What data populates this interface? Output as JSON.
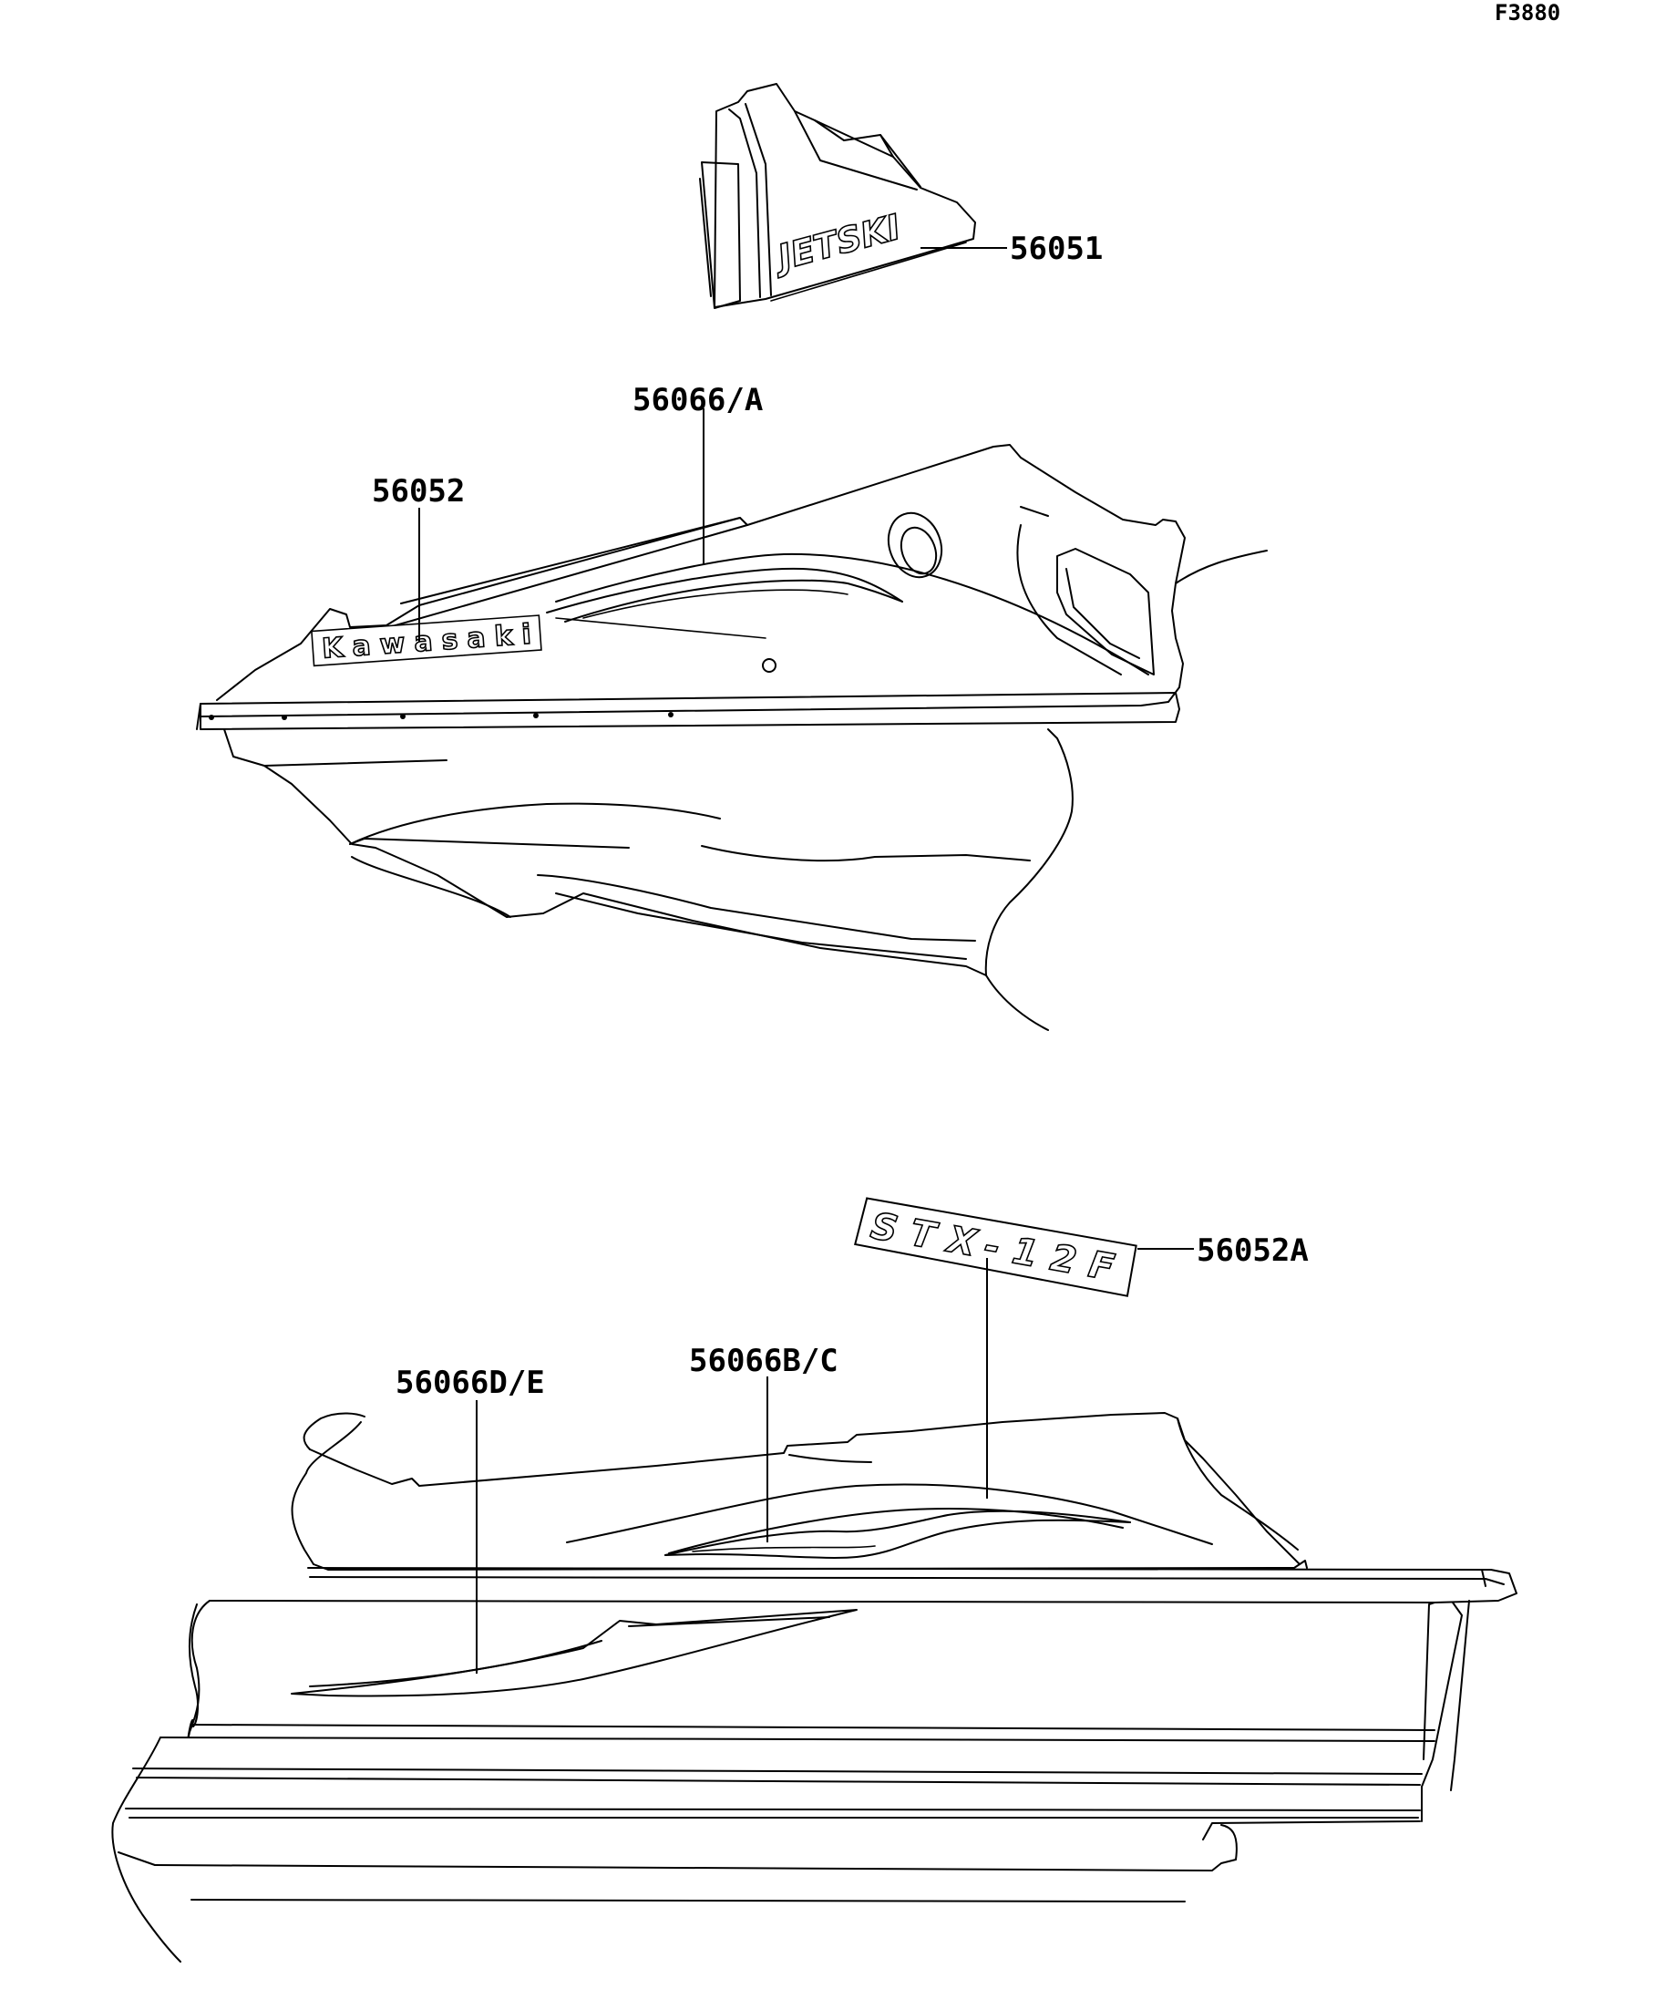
{
  "figure_id": "F3880",
  "callouts": {
    "c56051": "56051",
    "c56066a": "56066/A",
    "c56052": "56052",
    "c56052a": "56052A",
    "c56066bc": "56066B/C",
    "c56066de": "56066D/E"
  },
  "decals": {
    "jetski": "JETSKI",
    "kawasaki": "Kawasaki",
    "stx": "STX-12F"
  }
}
